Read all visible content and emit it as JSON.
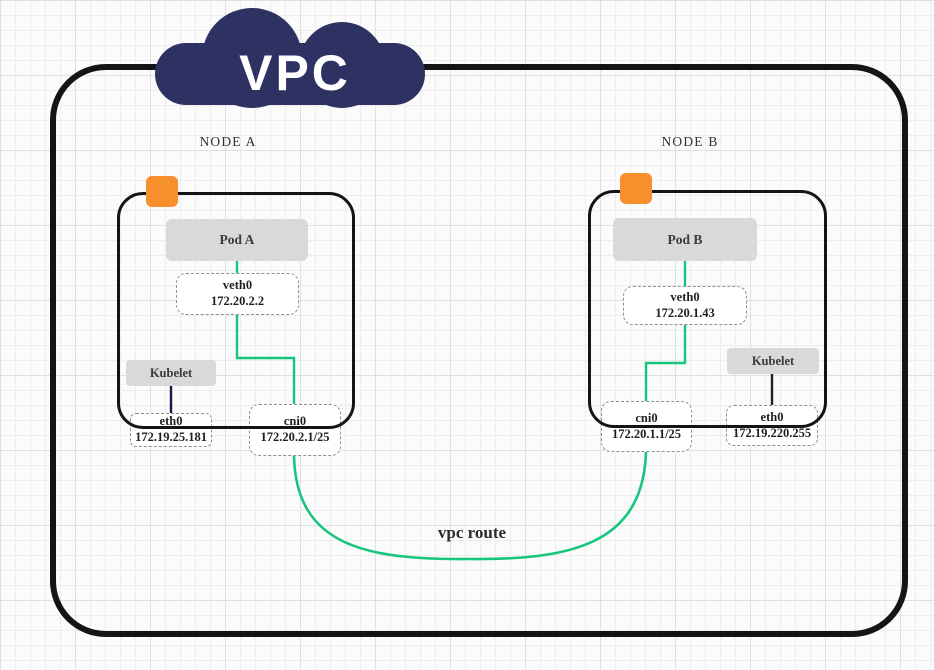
{
  "colors": {
    "cloud_navy": "#2e3263",
    "route_green": "#17c67c",
    "kubelet_link_a": "#17174a",
    "kubelet_link_b": "#222222",
    "orange_marker": "#f78f2c",
    "box_gray": "#d9d9d9",
    "outline_black": "#141414"
  },
  "cloud": {
    "label": "VPC"
  },
  "route": {
    "label": "vpc route"
  },
  "node_a": {
    "title": "NODE A",
    "pod_label": "Pod A",
    "kubelet_label": "Kubelet",
    "veth": {
      "name": "veth0",
      "ip": "172.20.2.2"
    },
    "eth": {
      "name": "eth0",
      "ip": "172.19.25.181"
    },
    "cni": {
      "name": "cni0",
      "ip": "172.20.2.1/25"
    }
  },
  "node_b": {
    "title": "NODE B",
    "pod_label": "Pod B",
    "kubelet_label": "Kubelet",
    "veth": {
      "name": "veth0",
      "ip": "172.20.1.43"
    },
    "eth": {
      "name": "eth0",
      "ip": "172.19.220.255"
    },
    "cni": {
      "name": "cni0",
      "ip": "172.20.1.1/25"
    }
  }
}
